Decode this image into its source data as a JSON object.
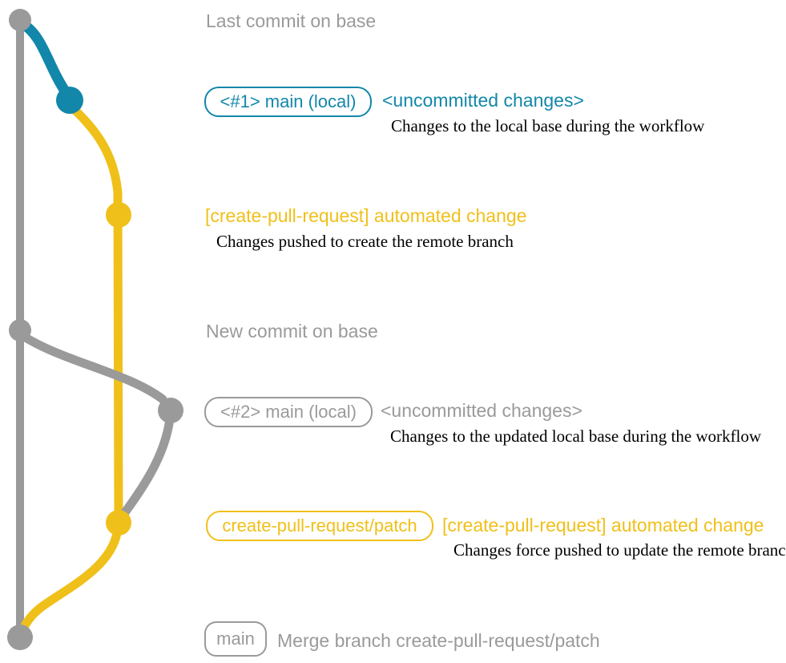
{
  "colors": {
    "gray": "#9a9a9a",
    "teal": "#1287a9",
    "yellow": "#f0c01a",
    "description": "#000000",
    "background": "#ffffff"
  },
  "graph": {
    "nodes": [
      {
        "id": "base-last-commit",
        "color": "gray"
      },
      {
        "id": "main-local-1",
        "color": "teal"
      },
      {
        "id": "patch-commit-1",
        "color": "yellow"
      },
      {
        "id": "base-new-commit",
        "color": "gray"
      },
      {
        "id": "main-local-2",
        "color": "gray"
      },
      {
        "id": "patch-commit-2",
        "color": "yellow"
      },
      {
        "id": "merge-commit",
        "color": "gray"
      }
    ]
  },
  "annotations": {
    "last_commit_label": "Last commit on base",
    "new_commit_label": "New commit on base",
    "row1": {
      "badge": "<#1> main (local)",
      "heading": "<uncommitted changes>",
      "description": "Changes to the local base during the workflow"
    },
    "row2": {
      "heading": "[create-pull-request] automated change",
      "description": "Changes pushed to create the remote branch"
    },
    "row3": {
      "badge": "<#2> main (local)",
      "heading": "<uncommitted changes>",
      "description": "Changes to the updated local base during the workflow"
    },
    "row4": {
      "badge": "create-pull-request/patch",
      "heading": "[create-pull-request] automated change",
      "description": "Changes force pushed to update the remote branch"
    },
    "row5": {
      "badge": "main",
      "heading": "Merge branch create-pull-request/patch"
    }
  }
}
